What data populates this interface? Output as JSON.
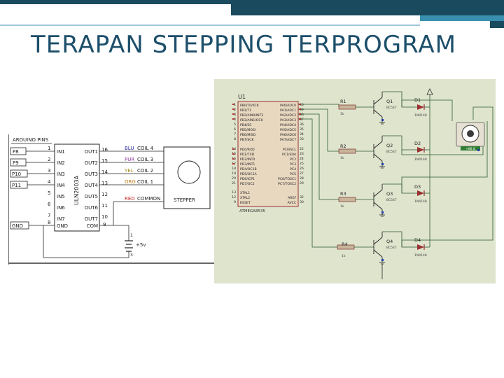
{
  "slide": {
    "title": "TERAPAN STEPPING TERPROGRAM",
    "colors": {
      "title": "#1d4f6b",
      "accent_dark": "#1a4a5e",
      "accent_mid": "#3a8fb0",
      "schematic_bg": "#dfe4cd"
    }
  },
  "left_diagram": {
    "header": "ARDUINO PINS",
    "pins": [
      "P8",
      "P9",
      "P10",
      "P11",
      "GND"
    ],
    "chip": "ULN2003A",
    "in_nums": [
      "1",
      "2",
      "3",
      "4",
      "5",
      "6",
      "7",
      "8"
    ],
    "inputs": [
      "IN1",
      "IN2",
      "IN3",
      "IN4",
      "IN5",
      "IN6",
      "IN7",
      "GND"
    ],
    "outputs": [
      "OUT1",
      "OUT2",
      "OUT3",
      "OUT4",
      "OUT5",
      "OUT6",
      "OUT7",
      "COM"
    ],
    "out_nums": [
      "16",
      "15",
      "14",
      "13",
      "12",
      "11",
      "10",
      "9"
    ],
    "wire_colors": [
      "BLU",
      "PUR",
      "YEL",
      "ORG",
      "RED"
    ],
    "coils": [
      "COIL 4",
      "COIL 3",
      "COIL 2",
      "COIL 1",
      "COMMON"
    ],
    "stepper": "STEPPER",
    "supply": "+5v",
    "supply_pins": [
      "1",
      "3"
    ]
  },
  "right_diagram": {
    "mcu_ref": "U1",
    "mcu_part": "ATMEGA8535",
    "left_pins": [
      "PB0/T0/XCK",
      "PB1/T1",
      "PB2/AIN0/INT2",
      "PB3/AIN1/OC0",
      "PB4/SS",
      "PB5/MOSI",
      "PB6/MISO",
      "PB7/SCK",
      "PD0/RXD",
      "PD1/TXD",
      "PD2/INT0",
      "PD3/INT1",
      "PD4/OC1B",
      "PD5/OC1A",
      "PD6/ICP1",
      "PD7/OC2",
      "XTAL1",
      "XTAL2",
      "RESET"
    ],
    "left_nums": [
      "1",
      "2",
      "3",
      "4",
      "5",
      "6",
      "7",
      "8",
      "14",
      "15",
      "16",
      "17",
      "18",
      "19",
      "20",
      "21",
      "13",
      "12",
      "9"
    ],
    "right_pins": [
      "PA0/ADC0",
      "PA1/ADC1",
      "PA2/ADC2",
      "PA3/ADC3",
      "PA4/ADC4",
      "PA5/ADC5",
      "PA6/ADC6",
      "PA7/ADC7",
      "PC0/SCL",
      "PC1/SDA",
      "PC2",
      "PC3",
      "PC4",
      "PC5",
      "PC6/TOSC1",
      "PC7/TOSC2",
      "AREF",
      "AVCC"
    ],
    "right_nums": [
      "40",
      "39",
      "38",
      "37",
      "36",
      "35",
      "34",
      "33",
      "22",
      "23",
      "24",
      "25",
      "26",
      "27",
      "28",
      "29",
      "32",
      "30"
    ],
    "resistors": [
      {
        "ref": "R1",
        "val": "1k"
      },
      {
        "ref": "R2",
        "val": "1k"
      },
      {
        "ref": "R3",
        "val": "1k"
      },
      {
        "ref": "R4",
        "val": "1k"
      }
    ],
    "transistors": [
      {
        "ref": "Q1",
        "part": "BC547"
      },
      {
        "ref": "Q2",
        "part": "BC547"
      },
      {
        "ref": "Q3",
        "part": "BC547"
      },
      {
        "ref": "Q4",
        "part": "BC547"
      }
    ],
    "diodes": [
      {
        "ref": "D1",
        "part": "1N4148"
      },
      {
        "ref": "D2",
        "part": "1N4148"
      },
      {
        "ref": "D3",
        "part": "1N4148"
      },
      {
        "ref": "D4",
        "part": "1N4148"
      }
    ],
    "motor_value": "+88.8"
  }
}
